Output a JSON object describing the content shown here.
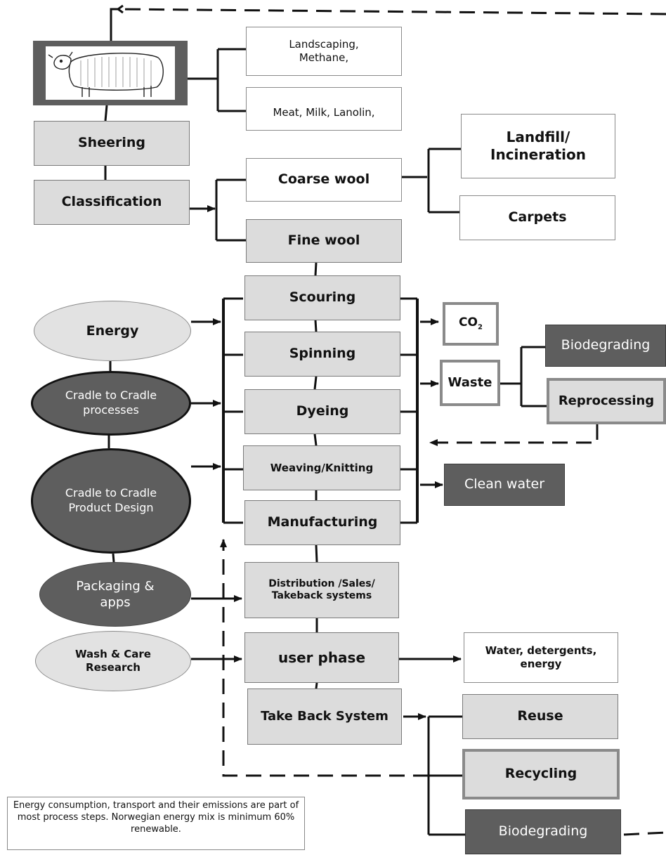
{
  "top_boxes": {
    "landscaping": "Landscaping, Methane,",
    "meat": "Meat, Milk, Lanolin,"
  },
  "process_steps": {
    "sheering": "Sheering",
    "classification": "Classification",
    "coarse_wool": "Coarse wool",
    "fine_wool": "Fine wool",
    "scouring": "Scouring",
    "spinning": "Spinning",
    "dyeing": "Dyeing",
    "weaving": "Weaving/Knitting",
    "manufacturing": "Manufacturing",
    "distribution": "Distribution /Sales/ Takeback systems",
    "user_phase": "user phase",
    "take_back": "Take Back System"
  },
  "outputs": {
    "landfill": "Landfill/ Incineration",
    "carpets": "Carpets",
    "co2": "CO",
    "co2_sub": "2",
    "waste": "Waste",
    "biodegrading_top": "Biodegrading",
    "reprocessing": "Reprocessing",
    "clean_water": "Clean water",
    "water_detergents": "Water, detergents, energy",
    "reuse": "Reuse",
    "recycling": "Recycling",
    "biodegrading_bottom": "Biodegrading"
  },
  "inputs": {
    "energy": "Energy",
    "c2c_processes": "Cradle to Cradle processes",
    "c2c_design": "Cradle to Cradle Product Design",
    "packaging": "Packaging & apps",
    "wash_care": "Wash & Care Research"
  },
  "note": "Energy consumption, transport and their emissions are part of most process steps. Norwegian energy mix is minimum 60% renewable."
}
